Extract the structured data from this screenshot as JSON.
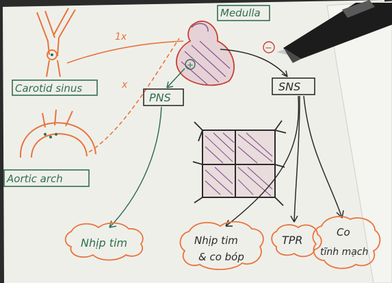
{
  "labels": {
    "medulla": "Medulla",
    "carotid_sinus": "Carotid sinus",
    "aortic_arch": "Aortic arch",
    "pns": "PNS",
    "sns": "SNS",
    "effect_pns": "Nhịp tim",
    "effect_sns_1": "Nhịp tim",
    "effect_sns_1b": "& co bóp",
    "effect_sns_2": "TPR",
    "effect_sns_3a": "Co",
    "effect_sns_3b": "tĩnh mạch",
    "marker_1x": "1x",
    "marker_x": "x",
    "plus": "+",
    "minus": "−"
  },
  "colors": {
    "paper": "#efefea",
    "ink_green": "#2f6e4f",
    "ink_dark": "#2a2a2a",
    "ink_orange": "#e8743a",
    "ink_red": "#c8402e",
    "ink_purple": "#8a5a95"
  }
}
